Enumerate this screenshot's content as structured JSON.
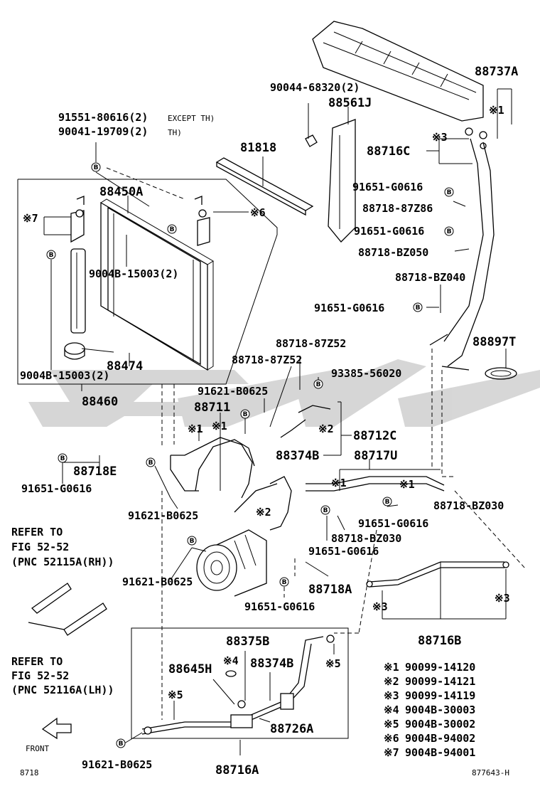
{
  "watermark_color": "#d0d0d0",
  "ink_color": "#000000",
  "labels": {
    "p91551": "91551-80616(2)",
    "except_th": "EXCEPT TH)",
    "p90041": "90041-19709(2)",
    "th": "TH)",
    "p81818": "81818",
    "p88450a": "88450A",
    "ref7": "※7",
    "ref6": "※6",
    "p9004b_top": "9004B-15003(2)",
    "p88474": "88474",
    "p9004b_bot": "9004B-15003(2)",
    "p88460": "88460",
    "p90044": "90044-68320(2)",
    "p88561j": "88561J",
    "p88737a": "88737A",
    "ref1_top": "※1",
    "ref3_top": "※3",
    "p88716c": "88716C",
    "p91651_a": "91651-G0616",
    "p88718_87z86": "88718-87Z86",
    "p91651_b": "91651-G0616",
    "p88718_bz050": "88718-BZ050",
    "p88718_bz040": "88718-BZ040",
    "p91651_c": "91651-G0616",
    "p88897t": "88897T",
    "p88718_87z52a": "88718-87Z52",
    "p88718_87z52b": "88718-87Z52",
    "p93385": "93385-56020",
    "p91621_a": "91621-B0625",
    "p88711": "88711",
    "ref1_a": "※1",
    "ref1_b": "※1",
    "ref2_a": "※2",
    "p88712c": "88712C",
    "p88374b_top": "88374B",
    "p88717u": "88717U",
    "p88718e": "88718E",
    "p91651_d": "91651-G0616",
    "ref1_c": "※1",
    "ref1_d": "※1",
    "p91621_b": "91621-B0625",
    "ref2_b": "※2",
    "p91651_e": "91651-G0616",
    "p88718_bz030a": "88718-BZ030",
    "p88718_bz030b": "88718-BZ030",
    "p91651_f": "91651-G0616",
    "refer1": "REFER TO",
    "fig1": "FIG 52-52",
    "pnc1": "(PNC 52115A(RH))",
    "p91621_c": "91621-B0625",
    "p88718a": "88718A",
    "p91651_g": "91651-G0616",
    "ref3_a": "※3",
    "ref3_b": "※3",
    "p88716b": "88716B",
    "refer2": "REFER TO",
    "fig2": "FIG 52-52",
    "pnc2": "(PNC 52116A(LH))",
    "p88375b": "88375B",
    "ref4": "※4",
    "p88645h": "88645H",
    "p88374b_bot": "88374B",
    "ref5_a": "※5",
    "ref5_b": "※5",
    "p88726a": "88726A",
    "front": "FRONT",
    "p91621_d": "91621-B0625",
    "p88716a": "88716A",
    "num_left": "8718",
    "code_right": "877643-H",
    "b": "B"
  },
  "footnotes": [
    {
      "mark": "※1",
      "part": "90099-14120"
    },
    {
      "mark": "※2",
      "part": "90099-14121"
    },
    {
      "mark": "※3",
      "part": "90099-14119"
    },
    {
      "mark": "※4",
      "part": "9004B-30003"
    },
    {
      "mark": "※5",
      "part": "9004B-30002"
    },
    {
      "mark": "※6",
      "part": "9004B-94002"
    },
    {
      "mark": "※7",
      "part": "9004B-94001"
    }
  ]
}
